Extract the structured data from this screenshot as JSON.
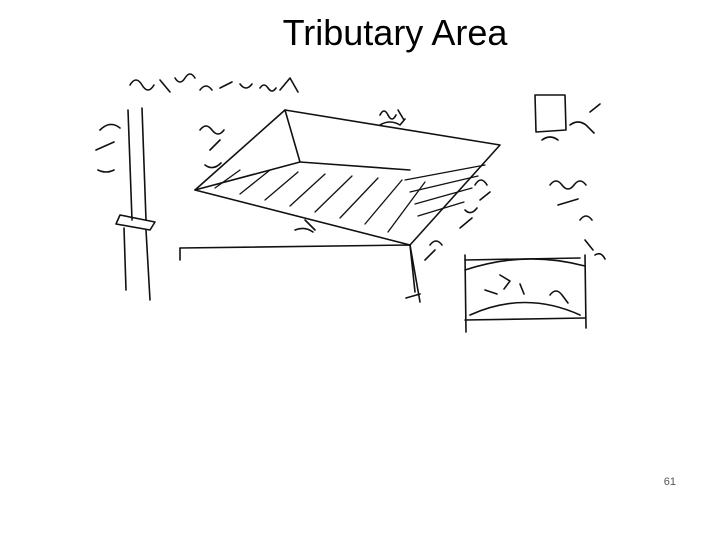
{
  "slide": {
    "title": "Tributary Area",
    "page_number": "61"
  },
  "figure": {
    "description": "hand-drawn sketch of slab, beams, and columns with hatched tributary area and handwritten annotations",
    "annotation_text_legibility": "illegible"
  }
}
